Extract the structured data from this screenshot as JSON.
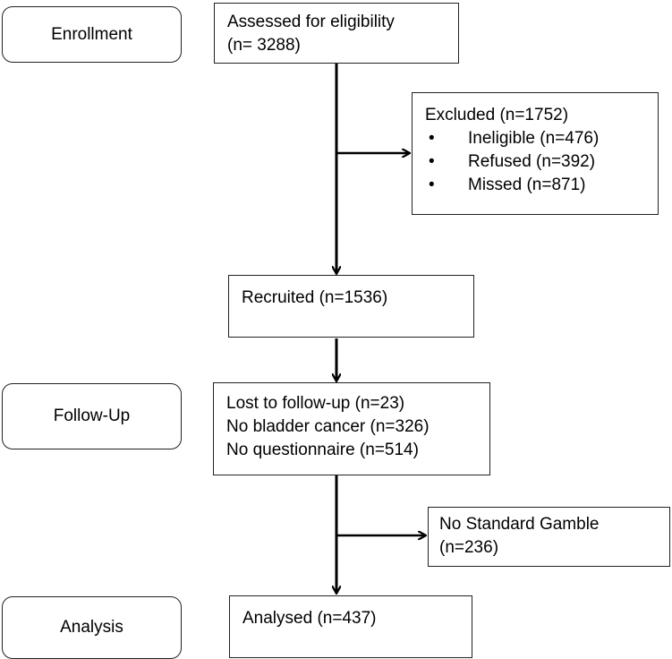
{
  "stages": {
    "enrollment": "Enrollment",
    "follow_up": "Follow-Up",
    "analysis": "Analysis"
  },
  "assessed": {
    "line1": "Assessed for eligibility",
    "line2": "(n= 3288)"
  },
  "excluded": {
    "title": "Excluded (n=1752)",
    "items": [
      "Ineligible (n=476)",
      "Refused (n=392)",
      "Missed (n=871)"
    ]
  },
  "recruited": {
    "label": "Recruited (n=1536)"
  },
  "followup_losses": {
    "items": [
      "Lost to follow-up (n=23)",
      "No bladder cancer (n=326)",
      "No questionnaire (n=514)"
    ]
  },
  "no_gamble": {
    "line1": "No Standard Gamble",
    "line2": "(n=236)"
  },
  "analysed": {
    "label": "Analysed (n=437)"
  },
  "colors": {
    "line": "#000000",
    "border": "#222222"
  }
}
